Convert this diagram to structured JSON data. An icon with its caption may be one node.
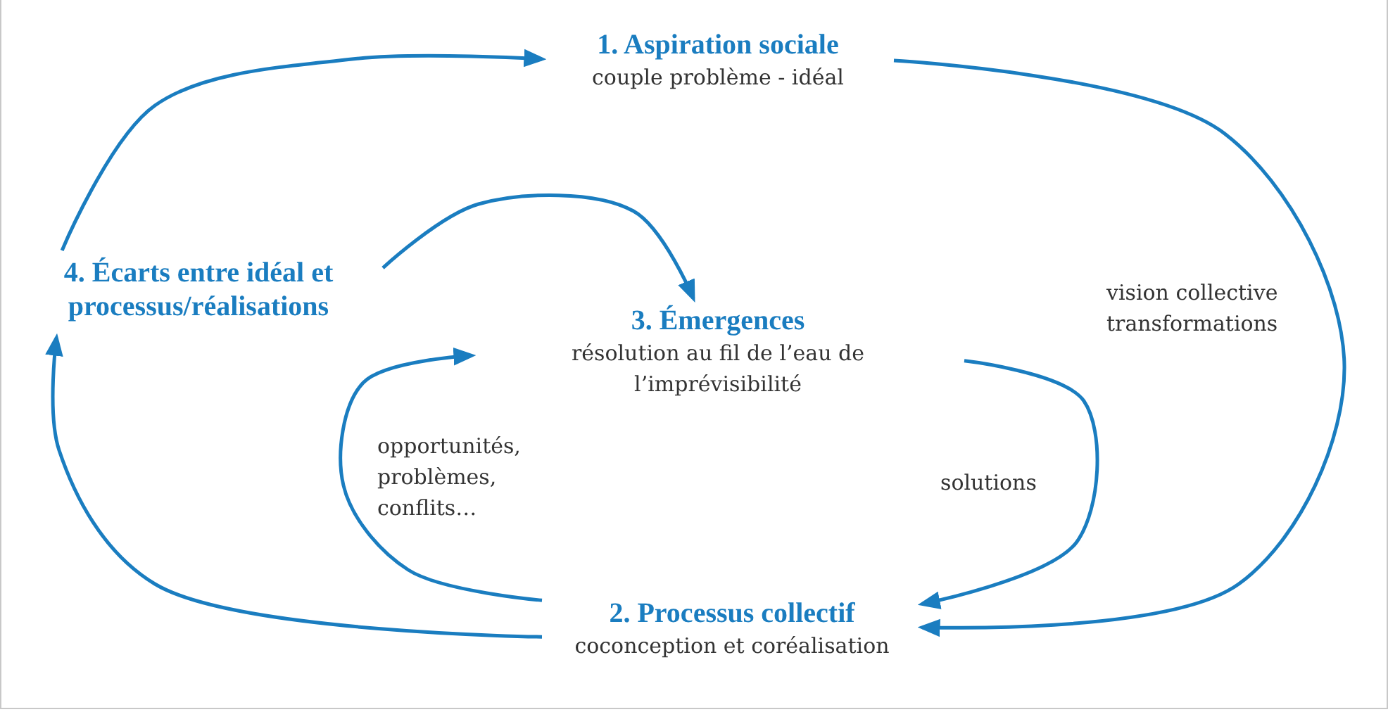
{
  "diagram": {
    "nodes": [
      {
        "text": [
          "1. Aspiration sociale",
          "couple problème - idéal"
        ]
      },
      {
        "text": [
          "2. Processus collectif",
          "coconception et coréalisation"
        ]
      },
      {
        "text": [
          "3. Émergences",
          "résolution au fil de l’eau de l’imprévisibilité"
        ]
      },
      {
        "text": [
          "4. Écarts entre idéal et processus/réalisations"
        ]
      }
    ],
    "edges": [
      {
        "from": 0,
        "to": 1,
        "arrow": "to",
        "label": "vision collective transformations"
      },
      {
        "from": 1,
        "to": 3,
        "arrow": "to"
      },
      {
        "from": 3,
        "to": 0,
        "arrow": "to"
      },
      {
        "from": 3,
        "to": 2,
        "arrow": "to"
      },
      {
        "from": 1,
        "to": 2,
        "arrow": "to",
        "label": "opportunités, problèmes, conflits…"
      },
      {
        "from": 2,
        "to": 1,
        "arrow": "to",
        "label": "solutions"
      }
    ]
  }
}
